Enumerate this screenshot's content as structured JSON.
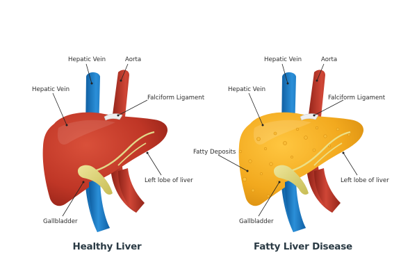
{
  "healthy": {
    "title": "Healthy Liver",
    "labels": {
      "hepatic_vein_top": "Hepatic Vein",
      "aorta": "Aorta",
      "hepatic_vein_side": "Hepatic Vein",
      "falciform_ligament": "Falciform Ligament",
      "left_lobe": "Left lobe of liver",
      "gallbladder": "Gallbladder"
    }
  },
  "fatty": {
    "title": "Fatty Liver Disease",
    "labels": {
      "hepatic_vein_top": "Hepatic Vein",
      "aorta": "Aorta",
      "hepatic_vein_side": "Hepatic Vein",
      "falciform_ligament": "Falciform Ligament",
      "fatty_deposits": "Fatty Deposits",
      "left_lobe": "Left lobe of liver",
      "gallbladder": "Gallbladder"
    }
  },
  "colors": {
    "vein": "#1a78c2",
    "aorta": "#b9362a",
    "healthy_liver": "#c0392b",
    "fatty_liver": "#f0a81e",
    "gallbladder": "#d8d070"
  }
}
